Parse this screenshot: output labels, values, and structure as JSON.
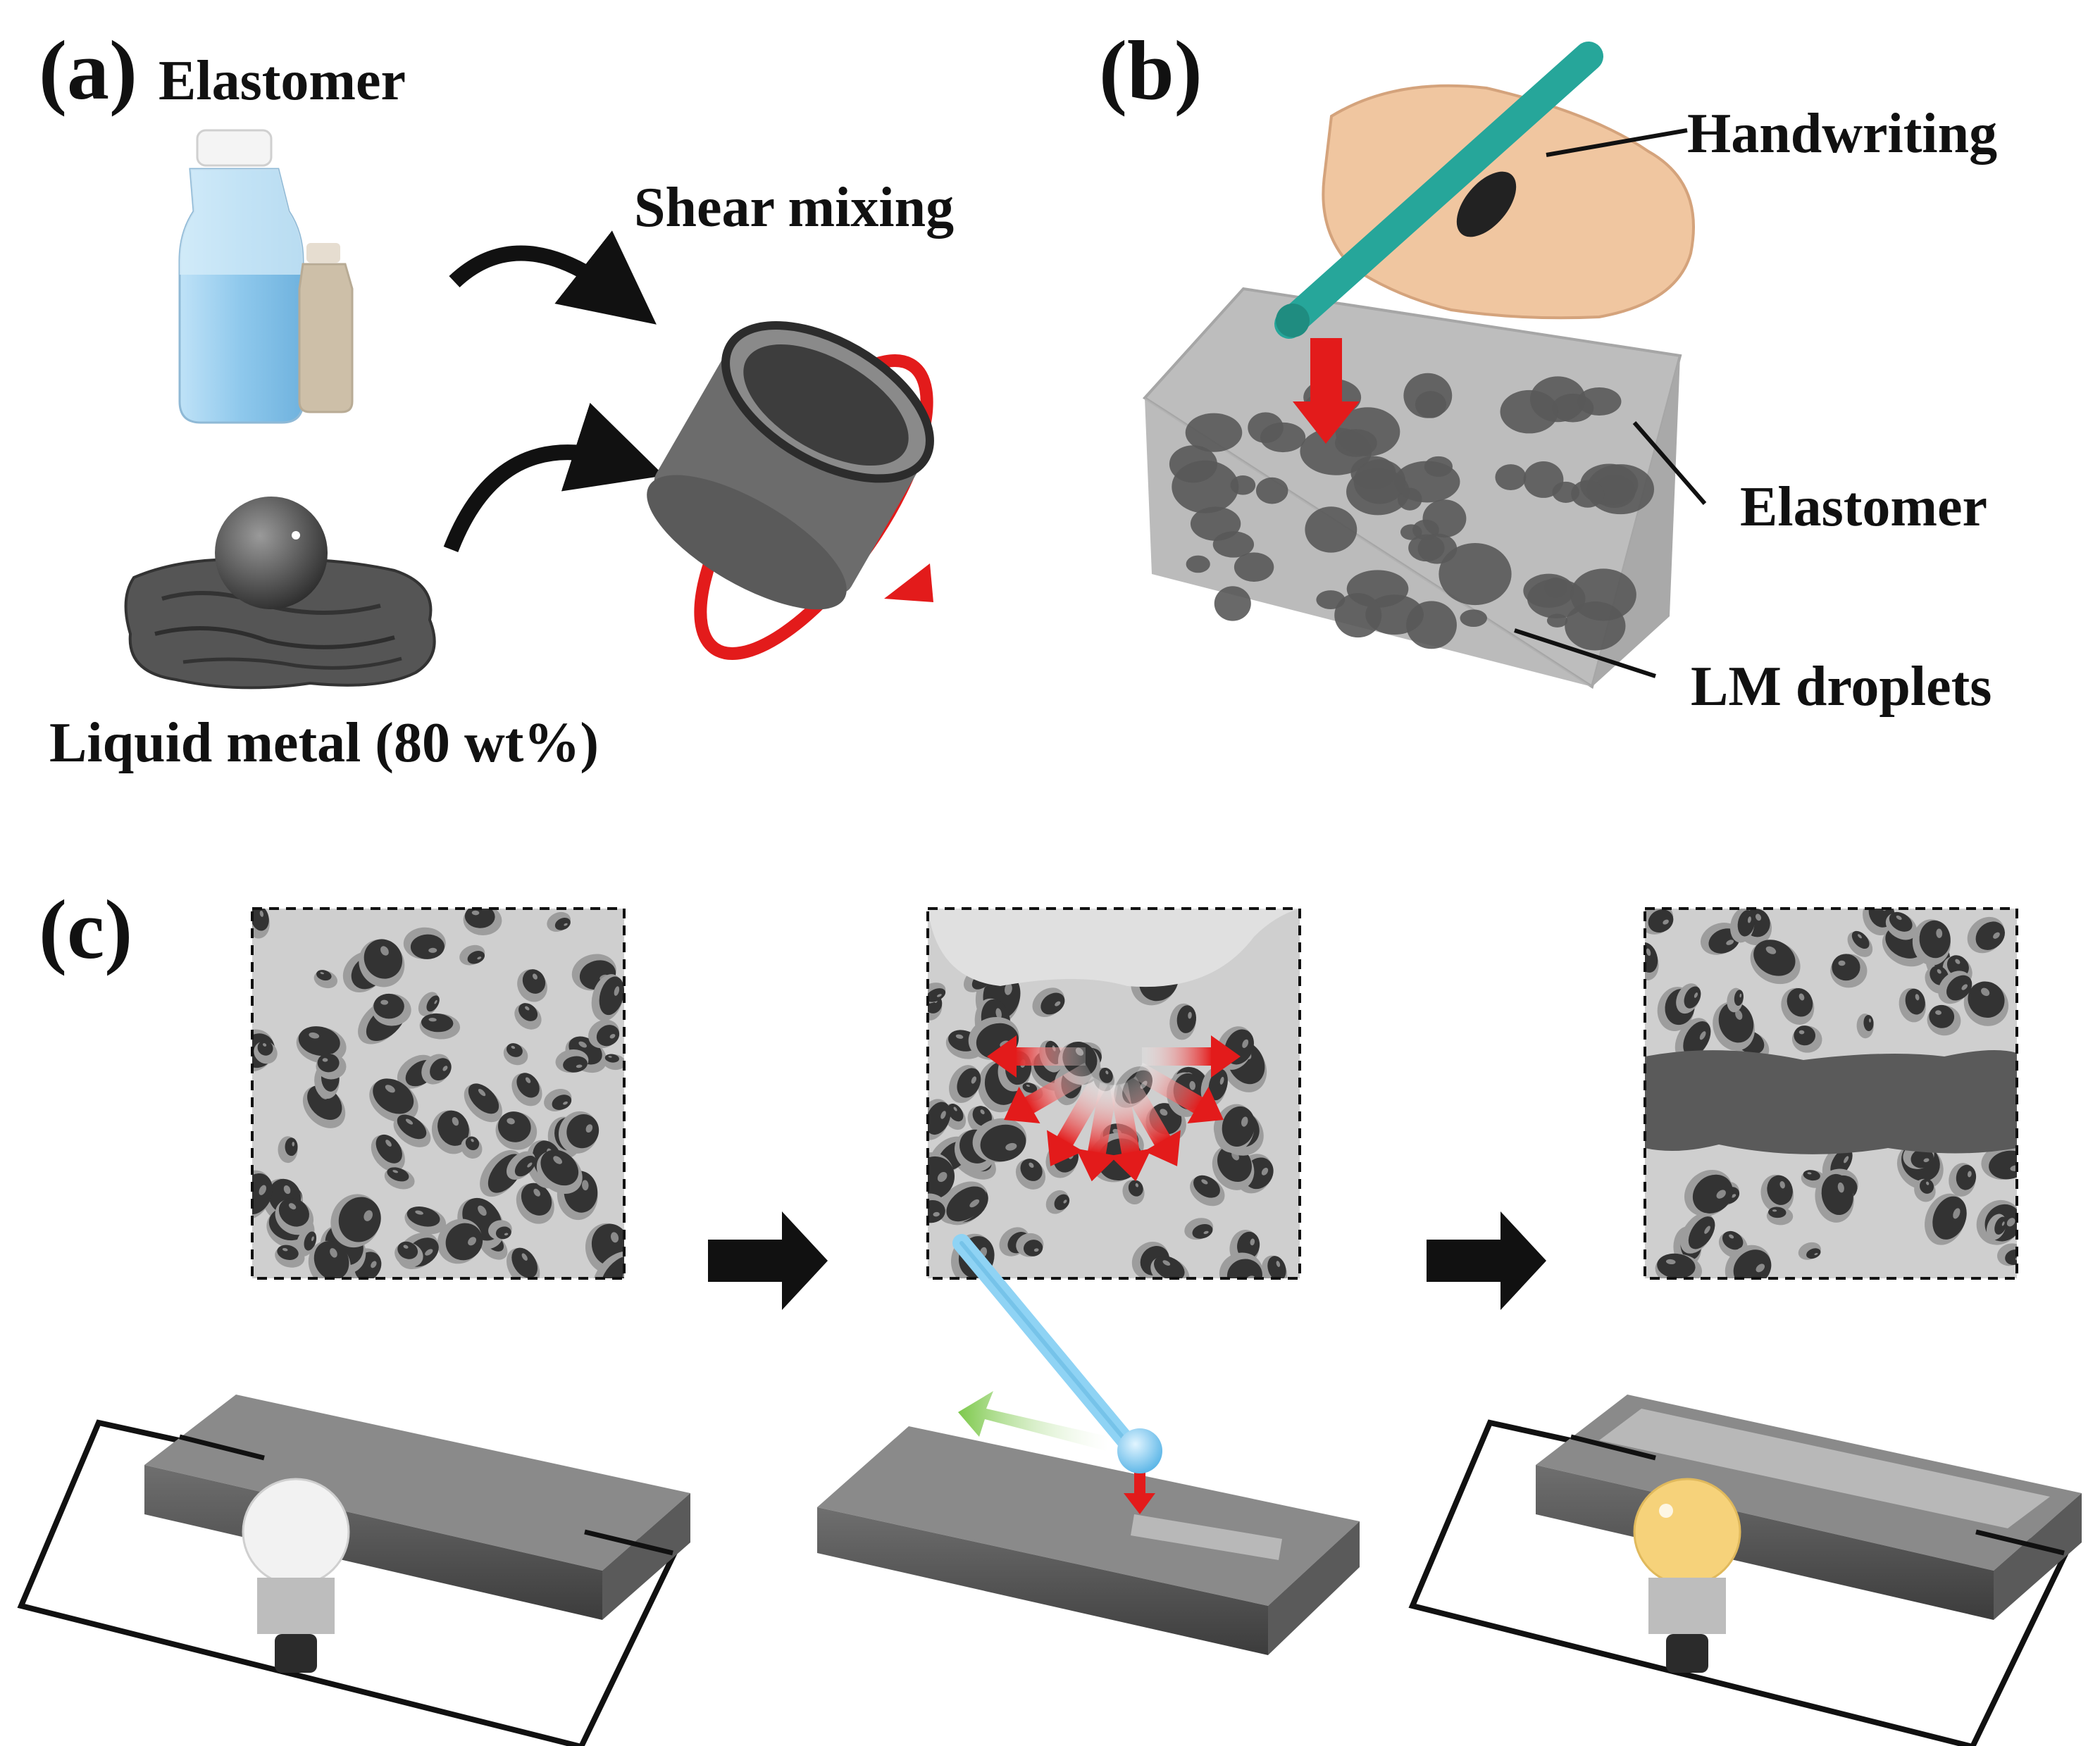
{
  "panels": {
    "a": "(a)",
    "b": "(b)",
    "c": "(c)"
  },
  "labels": {
    "elastomer_a": "Elastomer",
    "shear_mixing": "Shear mixing",
    "liquid_metal": "Liquid metal (80 wt%)",
    "handwriting": "Handwriting",
    "elastomer_b": "Elastomer",
    "lm_droplets": "LM droplets"
  },
  "colors": {
    "arrow_red": "#e31b1b",
    "stylus_teal": "#26a69a",
    "stylus_blue": "#8fd3f4",
    "bulb_on": "#f6d27a",
    "bulb_off": "#f2f2f2",
    "elastomer_gray": "#b9b9b9",
    "droplet_dark": "#3a3a3a",
    "bottle_blue": "#9fd0ef"
  }
}
